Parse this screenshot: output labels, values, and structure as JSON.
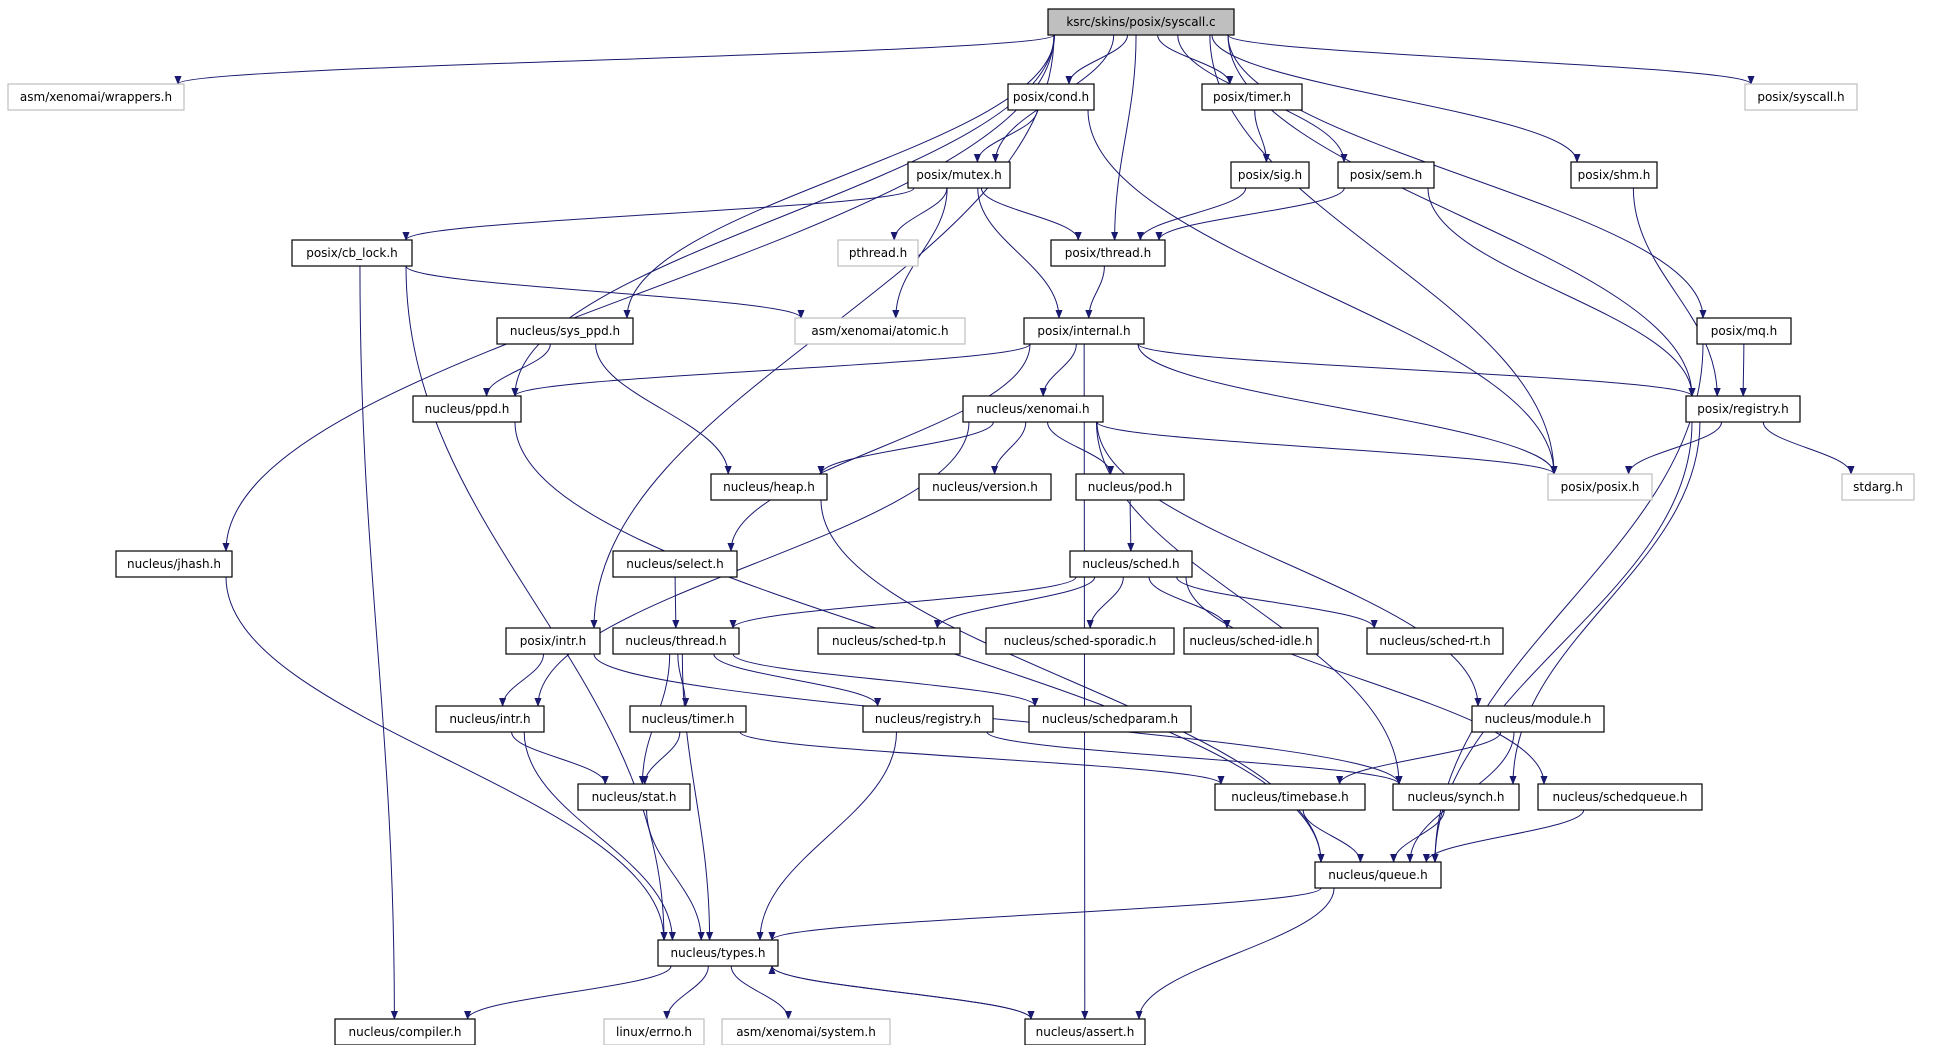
{
  "graph": {
    "root": "ksrc/skins/posix/syscall.c",
    "colors": {
      "edge": "#191970",
      "node_border": "#000000",
      "external_border": "#bfbfbf",
      "root_fill": "#bfbfbf",
      "node_fill": "#ffffff"
    },
    "nodes": [
      {
        "id": "syscall_c",
        "label": "ksrc/skins/posix/syscall.c",
        "kind": "root"
      },
      {
        "id": "wrappers",
        "label": "asm/xenomai/wrappers.h",
        "kind": "external"
      },
      {
        "id": "cond",
        "label": "posix/cond.h",
        "kind": "normal"
      },
      {
        "id": "timer",
        "label": "posix/timer.h",
        "kind": "normal"
      },
      {
        "id": "syscall_h",
        "label": "posix/syscall.h",
        "kind": "external"
      },
      {
        "id": "mutex",
        "label": "posix/mutex.h",
        "kind": "normal"
      },
      {
        "id": "sig",
        "label": "posix/sig.h",
        "kind": "normal"
      },
      {
        "id": "sem",
        "label": "posix/sem.h",
        "kind": "normal"
      },
      {
        "id": "shm",
        "label": "posix/shm.h",
        "kind": "normal"
      },
      {
        "id": "cb_lock",
        "label": "posix/cb_lock.h",
        "kind": "normal"
      },
      {
        "id": "pthread",
        "label": "pthread.h",
        "kind": "external"
      },
      {
        "id": "pthread_thread",
        "label": "posix/thread.h",
        "kind": "normal"
      },
      {
        "id": "sys_ppd",
        "label": "nucleus/sys_ppd.h",
        "kind": "normal"
      },
      {
        "id": "atomic",
        "label": "asm/xenomai/atomic.h",
        "kind": "external"
      },
      {
        "id": "internal",
        "label": "posix/internal.h",
        "kind": "normal"
      },
      {
        "id": "mq",
        "label": "posix/mq.h",
        "kind": "normal"
      },
      {
        "id": "ppd",
        "label": "nucleus/ppd.h",
        "kind": "normal"
      },
      {
        "id": "xenomai",
        "label": "nucleus/xenomai.h",
        "kind": "normal"
      },
      {
        "id": "registry_p",
        "label": "posix/registry.h",
        "kind": "normal"
      },
      {
        "id": "heap",
        "label": "nucleus/heap.h",
        "kind": "normal"
      },
      {
        "id": "version",
        "label": "nucleus/version.h",
        "kind": "normal"
      },
      {
        "id": "pod",
        "label": "nucleus/pod.h",
        "kind": "normal"
      },
      {
        "id": "posix_h",
        "label": "posix/posix.h",
        "kind": "external"
      },
      {
        "id": "stdarg",
        "label": "stdarg.h",
        "kind": "external"
      },
      {
        "id": "jhash",
        "label": "nucleus/jhash.h",
        "kind": "normal"
      },
      {
        "id": "select",
        "label": "nucleus/select.h",
        "kind": "normal"
      },
      {
        "id": "sched",
        "label": "nucleus/sched.h",
        "kind": "normal"
      },
      {
        "id": "intr_p",
        "label": "posix/intr.h",
        "kind": "normal"
      },
      {
        "id": "nthread",
        "label": "nucleus/thread.h",
        "kind": "normal"
      },
      {
        "id": "sched_tp",
        "label": "nucleus/sched-tp.h",
        "kind": "normal"
      },
      {
        "id": "sched_sporadic",
        "label": "nucleus/sched-sporadic.h",
        "kind": "normal"
      },
      {
        "id": "sched_idle",
        "label": "nucleus/sched-idle.h",
        "kind": "normal"
      },
      {
        "id": "sched_rt",
        "label": "nucleus/sched-rt.h",
        "kind": "normal"
      },
      {
        "id": "nintr",
        "label": "nucleus/intr.h",
        "kind": "normal"
      },
      {
        "id": "ntimer",
        "label": "nucleus/timer.h",
        "kind": "normal"
      },
      {
        "id": "nregistry",
        "label": "nucleus/registry.h",
        "kind": "normal"
      },
      {
        "id": "schedparam",
        "label": "nucleus/schedparam.h",
        "kind": "normal"
      },
      {
        "id": "module",
        "label": "nucleus/module.h",
        "kind": "normal"
      },
      {
        "id": "stat",
        "label": "nucleus/stat.h",
        "kind": "normal"
      },
      {
        "id": "timebase",
        "label": "nucleus/timebase.h",
        "kind": "normal"
      },
      {
        "id": "synch",
        "label": "nucleus/synch.h",
        "kind": "normal"
      },
      {
        "id": "schedqueue",
        "label": "nucleus/schedqueue.h",
        "kind": "normal"
      },
      {
        "id": "queue",
        "label": "nucleus/queue.h",
        "kind": "normal"
      },
      {
        "id": "types",
        "label": "nucleus/types.h",
        "kind": "normal"
      },
      {
        "id": "compiler",
        "label": "nucleus/compiler.h",
        "kind": "normal"
      },
      {
        "id": "errno",
        "label": "linux/errno.h",
        "kind": "external"
      },
      {
        "id": "system",
        "label": "asm/xenomai/system.h",
        "kind": "external"
      },
      {
        "id": "assert",
        "label": "nucleus/assert.h",
        "kind": "normal"
      }
    ],
    "edges": [
      [
        "syscall_c",
        "wrappers"
      ],
      [
        "syscall_c",
        "cond"
      ],
      [
        "syscall_c",
        "timer"
      ],
      [
        "syscall_c",
        "syscall_h"
      ],
      [
        "syscall_c",
        "mutex"
      ],
      [
        "syscall_c",
        "sem"
      ],
      [
        "syscall_c",
        "shm"
      ],
      [
        "syscall_c",
        "pthread_thread"
      ],
      [
        "syscall_c",
        "sys_ppd"
      ],
      [
        "syscall_c",
        "mq"
      ],
      [
        "syscall_c",
        "ppd"
      ],
      [
        "syscall_c",
        "registry_p"
      ],
      [
        "syscall_c",
        "posix_h"
      ],
      [
        "syscall_c",
        "jhash"
      ],
      [
        "syscall_c",
        "intr_p"
      ],
      [
        "cond",
        "mutex"
      ],
      [
        "cond",
        "posix_h"
      ],
      [
        "timer",
        "sig"
      ],
      [
        "sig",
        "pthread_thread"
      ],
      [
        "sem",
        "pthread_thread"
      ],
      [
        "sem",
        "registry_p"
      ],
      [
        "shm",
        "registry_p"
      ],
      [
        "mutex",
        "cb_lock"
      ],
      [
        "mutex",
        "pthread"
      ],
      [
        "mutex",
        "pthread_thread"
      ],
      [
        "mutex",
        "atomic"
      ],
      [
        "mutex",
        "internal"
      ],
      [
        "cb_lock",
        "atomic"
      ],
      [
        "cb_lock",
        "compiler"
      ],
      [
        "cb_lock",
        "types"
      ],
      [
        "pthread_thread",
        "internal"
      ],
      [
        "sys_ppd",
        "ppd"
      ],
      [
        "sys_ppd",
        "heap"
      ],
      [
        "internal",
        "ppd"
      ],
      [
        "internal",
        "xenomai"
      ],
      [
        "internal",
        "registry_p"
      ],
      [
        "internal",
        "posix_h"
      ],
      [
        "internal",
        "select"
      ],
      [
        "internal",
        "assert"
      ],
      [
        "mq",
        "registry_p"
      ],
      [
        "mq",
        "queue"
      ],
      [
        "registry_p",
        "posix_h"
      ],
      [
        "registry_p",
        "stdarg"
      ],
      [
        "registry_p",
        "synch"
      ],
      [
        "registry_p",
        "queue"
      ],
      [
        "ppd",
        "queue"
      ],
      [
        "xenomai",
        "heap"
      ],
      [
        "xenomai",
        "version"
      ],
      [
        "xenomai",
        "pod"
      ],
      [
        "xenomai",
        "posix_h"
      ],
      [
        "xenomai",
        "nintr"
      ],
      [
        "xenomai",
        "module"
      ],
      [
        "xenomai",
        "synch"
      ],
      [
        "heap",
        "queue"
      ],
      [
        "pod",
        "sched"
      ],
      [
        "jhash",
        "types"
      ],
      [
        "select",
        "nthread"
      ],
      [
        "sched",
        "nthread"
      ],
      [
        "sched",
        "sched_tp"
      ],
      [
        "sched",
        "sched_sporadic"
      ],
      [
        "sched",
        "sched_idle"
      ],
      [
        "sched",
        "sched_rt"
      ],
      [
        "sched",
        "schedqueue"
      ],
      [
        "intr_p",
        "nintr"
      ],
      [
        "intr_p",
        "synch"
      ],
      [
        "nthread",
        "ntimer"
      ],
      [
        "nthread",
        "nregistry"
      ],
      [
        "nthread",
        "schedparam"
      ],
      [
        "nthread",
        "stat"
      ],
      [
        "nthread",
        "types"
      ],
      [
        "nintr",
        "stat"
      ],
      [
        "nintr",
        "types"
      ],
      [
        "ntimer",
        "stat"
      ],
      [
        "ntimer",
        "timebase"
      ],
      [
        "nregistry",
        "synch"
      ],
      [
        "nregistry",
        "types"
      ],
      [
        "module",
        "timebase"
      ],
      [
        "module",
        "queue"
      ],
      [
        "stat",
        "types"
      ],
      [
        "timebase",
        "queue"
      ],
      [
        "synch",
        "queue"
      ],
      [
        "schedqueue",
        "queue"
      ],
      [
        "queue",
        "types"
      ],
      [
        "queue",
        "assert"
      ],
      [
        "types",
        "compiler"
      ],
      [
        "types",
        "errno"
      ],
      [
        "types",
        "system"
      ],
      [
        "types",
        "assert"
      ],
      [
        "assert",
        "types"
      ]
    ]
  }
}
